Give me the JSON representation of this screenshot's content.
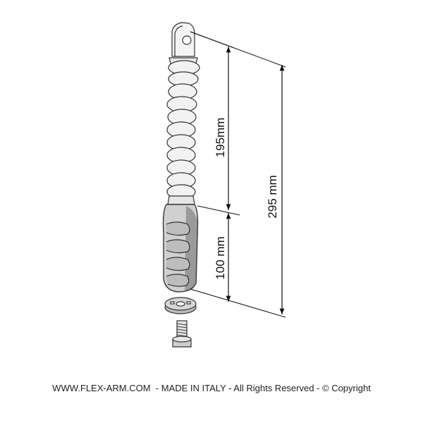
{
  "dimensions": {
    "upper": "195mm",
    "lower": "100 mm",
    "total": "295 mm"
  },
  "footer_text": "WWW.FLEX-ARM.COM  - MADE IN ITALY - All Rights Reserved - © Copyright"
}
